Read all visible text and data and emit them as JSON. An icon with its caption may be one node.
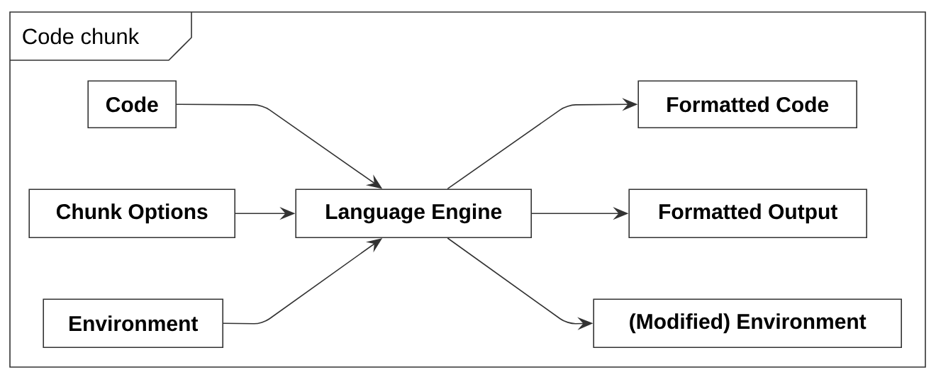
{
  "diagram": {
    "nodes": [
      {
        "text": [
          "Code chunk"
        ]
      },
      {
        "text": [
          "Code"
        ],
        "in": 0
      },
      {
        "text": [
          "Chunk Options"
        ],
        "in": 0
      },
      {
        "text": [
          "Environment"
        ],
        "in": 0
      },
      {
        "text": [
          "Language Engine"
        ],
        "in": 0
      },
      {
        "text": [
          "Formatted Code"
        ],
        "in": 0
      },
      {
        "text": [
          "Formatted Output"
        ],
        "in": 0
      },
      {
        "text": [
          "(Modified) Environment"
        ],
        "in": 0
      }
    ],
    "edges": [
      {
        "from": 1,
        "to": 4,
        "arrow": "to"
      },
      {
        "from": 2,
        "to": 4,
        "arrow": "to"
      },
      {
        "from": 3,
        "to": 4,
        "arrow": "to"
      },
      {
        "from": 4,
        "to": 5,
        "arrow": "to"
      },
      {
        "from": 4,
        "to": 6,
        "arrow": "to"
      },
      {
        "from": 4,
        "to": 7,
        "arrow": "to"
      }
    ]
  }
}
